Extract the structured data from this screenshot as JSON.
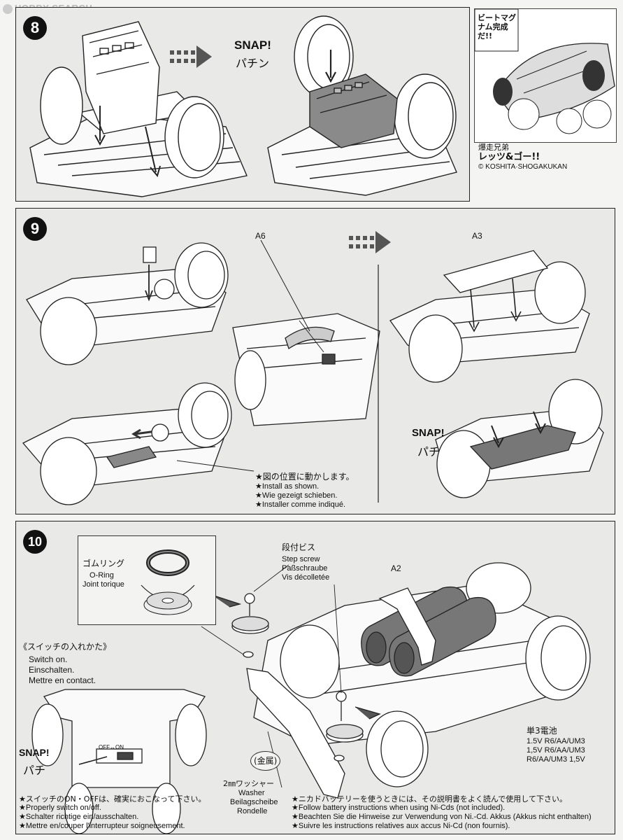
{
  "watermark": {
    "text": "HOBBY SEARCH"
  },
  "step8": {
    "number": "8",
    "snap": "SNAP!",
    "snap_jp": "パチン"
  },
  "manga": {
    "bubble": "ビートマグナム完成だ!!",
    "subtitle": "爆走兄弟",
    "title": "レッツ&ゴー!!",
    "copyright": "© KOSHITA·SHOGAKUKAN"
  },
  "step9": {
    "number": "9",
    "part_a6": "A6",
    "part_a3": "A3",
    "snap": "SNAP!",
    "snap_jp": "パチ",
    "note_jp": "★図の位置に動かします。",
    "note_en": "★Install as shown.",
    "note_de": "★Wie gezeigt schieben.",
    "note_fr": "★Installer comme indiqué."
  },
  "step10": {
    "number": "10",
    "oring_jp": "ゴムリング",
    "oring_en": "O-Ring",
    "oring_fr": "Joint torique",
    "step_screw_jp": "段付ビス",
    "step_screw_en": "Step screw",
    "step_screw_de": "Paßschraube",
    "step_screw_fr": "Vis décolletée",
    "part_a2": "A2",
    "switch_title_jp": "《スイッチの入れかた》",
    "switch_en": "Switch on.",
    "switch_de": "Einschalten.",
    "switch_fr": "Mettre en contact.",
    "snap": "SNAP!",
    "snap_jp": "パチ",
    "switch_label": "OFF↔ON",
    "metal_jp": "(金属)",
    "battery_jp": "単3電池",
    "battery_1": "1.5V R6/AA/UM3",
    "battery_2": "1,5V R6/AA/UM3",
    "battery_3": "R6/AA/UM3 1,5V",
    "washer_jp": "2㎜ワッシャー",
    "washer_en": "Washer",
    "washer_de": "Beilagscheibe",
    "washer_fr": "Rondelle",
    "switch_notes": [
      "★スイッチのON・OFFは、確実におこなって下さい。",
      "★Properly switch on/off.",
      "★Schalter richtige ein/ausschalten.",
      "★Mettre en/couper l'interrupteur soigneusement."
    ],
    "battery_notes": [
      "★ニカドバッテリーを使うときには、その説明書をよく読んで使用して下さい。",
      "★Follow battery instructions when using Ni-Cds (not included).",
      "★Beachten Sie die Hinweise zur Verwendung von Ni.-Cd. Akkus (Akkus nicht enthalten)",
      "★Suivre les instructions relatives aux accus Ni-Cd (non fournis)."
    ]
  }
}
